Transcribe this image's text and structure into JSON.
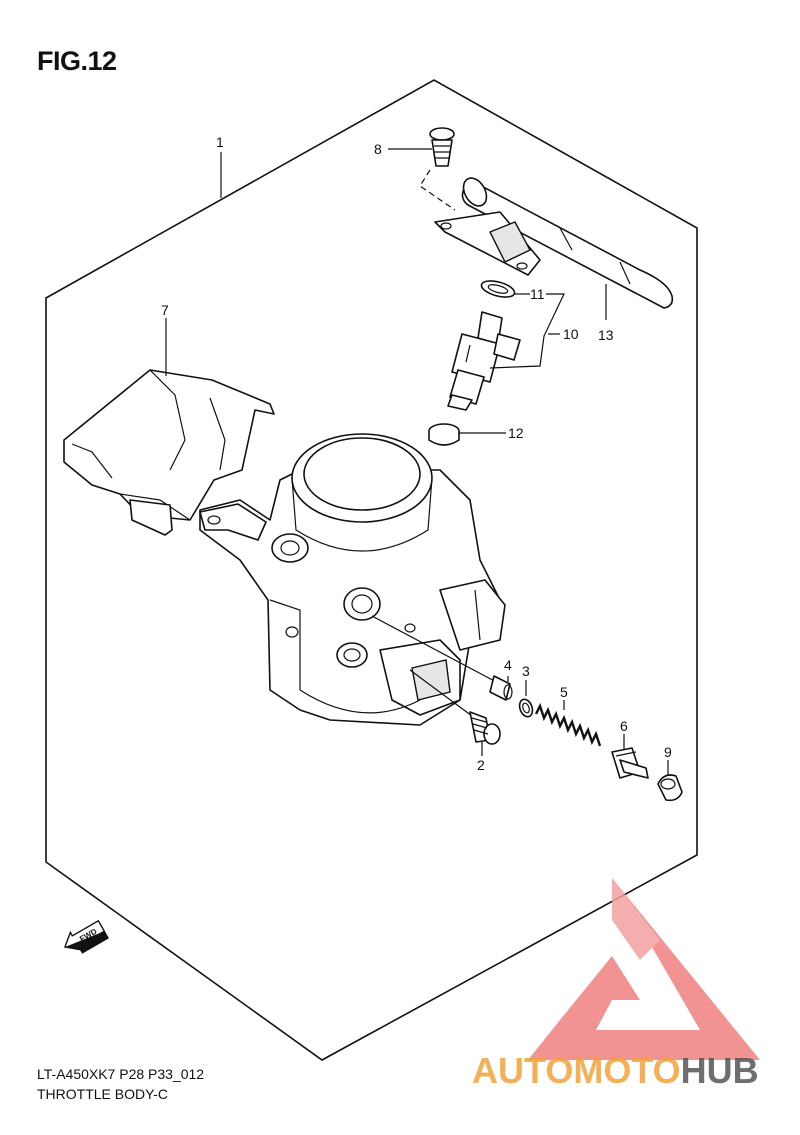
{
  "figure": {
    "title": "FIG.12",
    "model_code": "LT-A450XK7 P28 P33_012",
    "subtitle": "THROTTLE BODY-C"
  },
  "callouts": [
    {
      "id": "1",
      "label": "1"
    },
    {
      "id": "2",
      "label": "2"
    },
    {
      "id": "3",
      "label": "3"
    },
    {
      "id": "4",
      "label": "4"
    },
    {
      "id": "5",
      "label": "5"
    },
    {
      "id": "6",
      "label": "6"
    },
    {
      "id": "7",
      "label": "7"
    },
    {
      "id": "8",
      "label": "8"
    },
    {
      "id": "9",
      "label": "9"
    },
    {
      "id": "10",
      "label": "10"
    },
    {
      "id": "11",
      "label": "11"
    },
    {
      "id": "12",
      "label": "12"
    },
    {
      "id": "13",
      "label": "13"
    }
  ],
  "fwd_arrow": {
    "label": "FWD"
  },
  "watermark": {
    "text_part1": "AUTOMOTO",
    "text_part2": "HUB",
    "color_accent": "#f4a23a",
    "color_dark": "#555555",
    "color_logo": "#f08080"
  }
}
